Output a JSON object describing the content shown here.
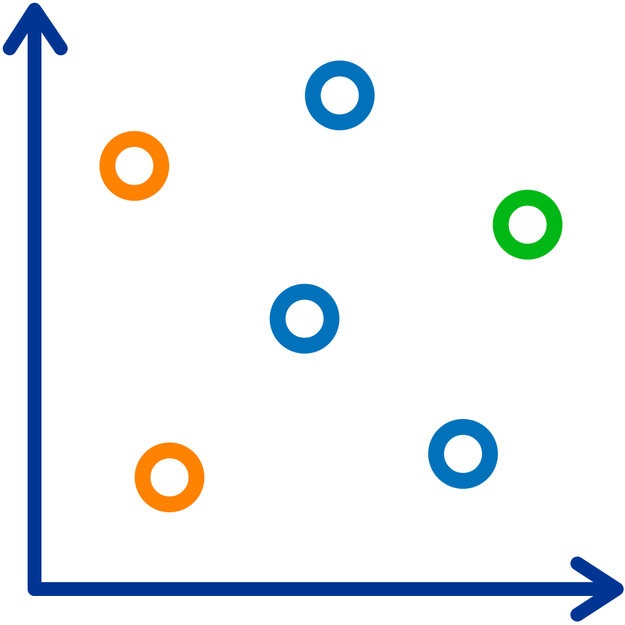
{
  "chart_data": {
    "type": "scatter",
    "title": "",
    "xlabel": "",
    "ylabel": "",
    "xlim": [
      0,
      10
    ],
    "ylim": [
      0,
      10
    ],
    "grid": false,
    "legend": "none",
    "series": [
      {
        "name": "orange",
        "color": "#FF8200",
        "points": [
          [
            1.7,
            7.2
          ],
          [
            2.3,
            1.9
          ]
        ]
      },
      {
        "name": "blue",
        "color": "#0072BB",
        "points": [
          [
            5.2,
            8.4
          ],
          [
            4.6,
            4.6
          ],
          [
            7.3,
            2.3
          ]
        ]
      },
      {
        "name": "green",
        "color": "#00B815",
        "points": [
          [
            8.4,
            6.2
          ]
        ]
      }
    ],
    "axis_color": "#003594"
  }
}
